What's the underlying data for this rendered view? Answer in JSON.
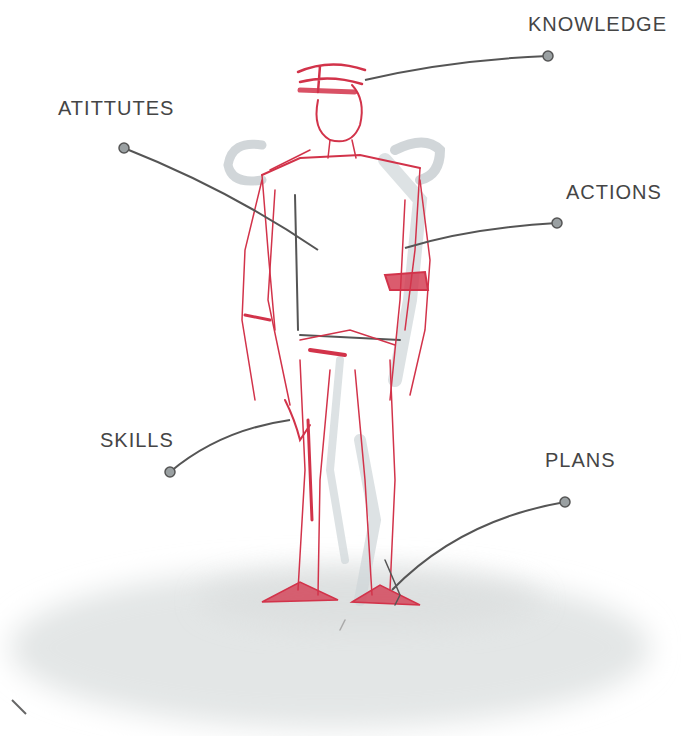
{
  "diagram": {
    "labels": [
      "KNOWLEDGE",
      "ATITTUTES",
      "ACTIONS",
      "SKILLS",
      "PLANS"
    ]
  }
}
